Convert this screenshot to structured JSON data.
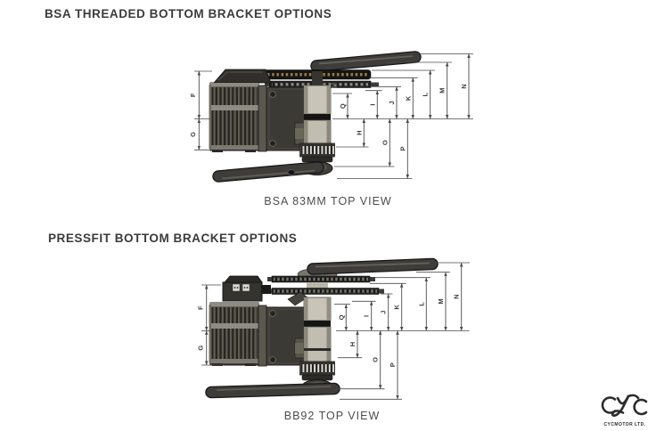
{
  "sections": [
    {
      "title": "BSA THREADED BOTTOM BRACKET OPTIONS",
      "caption": "BSA 83MM TOP VIEW"
    },
    {
      "title": "PRESSFIT BOTTOM BRACKET OPTIONS",
      "caption": "BB92 TOP VIEW"
    }
  ],
  "dimensions": {
    "left": [
      "F",
      "G"
    ],
    "upper_right": [
      "Q",
      "I",
      "J",
      "K",
      "L",
      "M",
      "N"
    ],
    "lower_right": [
      "H",
      "O",
      "P"
    ]
  },
  "logo": {
    "company": "CYCMOTOR LTD."
  },
  "colors": {
    "background": "#ffffff",
    "title_text": "#3b3b3b",
    "dimension_lines": "#4a4a4a",
    "motor_body_dark": "#43413a",
    "spindle_light": "#c8c4b8",
    "belt_teeth": "#9a7a45"
  }
}
